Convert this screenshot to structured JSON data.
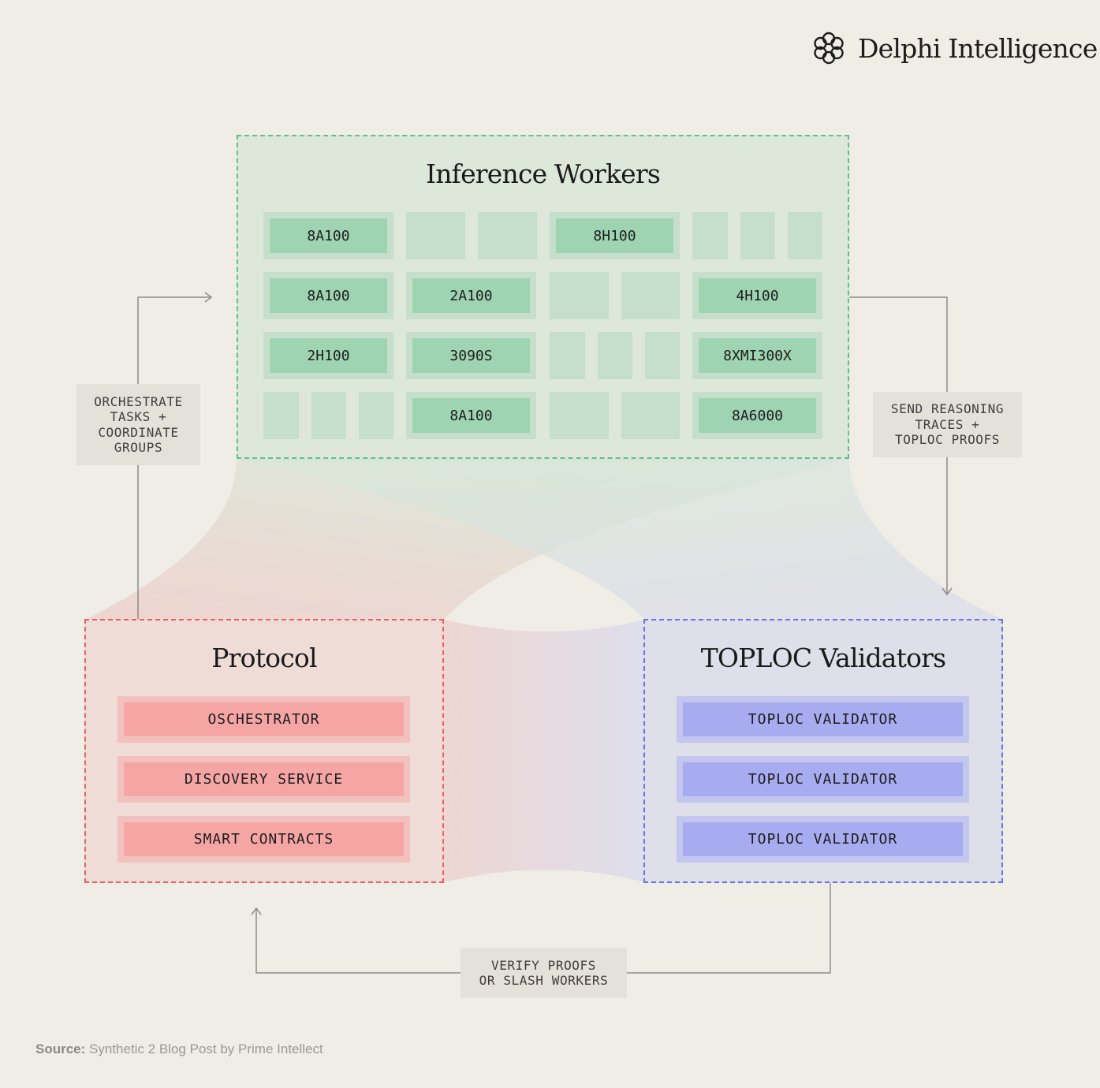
{
  "brand": {
    "name": "Delphi Intelligence",
    "logo_icon": "knot-logo-icon"
  },
  "inference": {
    "title": "Inference Workers",
    "cells": [
      {
        "label": "8A100"
      },
      {
        "label": ""
      },
      {
        "label": ""
      },
      {
        "label": "8H100"
      },
      {
        "label": ""
      },
      {
        "label": ""
      },
      {
        "label": ""
      },
      {
        "label": "8A100"
      },
      {
        "label": "2A100"
      },
      {
        "label": ""
      },
      {
        "label": ""
      },
      {
        "label": "4H100"
      },
      {
        "label": "2H100"
      },
      {
        "label": "3090S"
      },
      {
        "label": ""
      },
      {
        "label": ""
      },
      {
        "label": ""
      },
      {
        "label": "8XMI300X"
      },
      {
        "label": ""
      },
      {
        "label": ""
      },
      {
        "label": ""
      },
      {
        "label": "8A100"
      },
      {
        "label": ""
      },
      {
        "label": ""
      },
      {
        "label": "8A6000"
      }
    ]
  },
  "protocol": {
    "title": "Protocol",
    "items": [
      "OSCHESTRATOR",
      "DISCOVERY SERVICE",
      "SMART CONTRACTS"
    ]
  },
  "validators": {
    "title": "TOPLOC Validators",
    "items": [
      "TOPLOC VALIDATOR",
      "TOPLOC VALIDATOR",
      "TOPLOC VALIDATOR"
    ]
  },
  "arrows": {
    "orchestrate": "ORCHESTRATE\nTASKS +\nCOORDINATE\nGROUPS",
    "send": "SEND REASONING\nTRACES +\nTOPLOC PROOFS",
    "verify": "VERIFY PROOFS\nOR SLASH WORKERS"
  },
  "source": {
    "prefix": "Source:",
    "text": "Synthetic 2 Blog Post by Prime Intellect"
  },
  "colors": {
    "background": "#f0ede6",
    "green_border": "#5fbf8d",
    "red_border": "#ea5f5f",
    "blue_border": "#6573e6",
    "green_chip": "#9fd4b3",
    "red_chip": "#f6a5a5",
    "blue_chip": "#a7acf0"
  }
}
